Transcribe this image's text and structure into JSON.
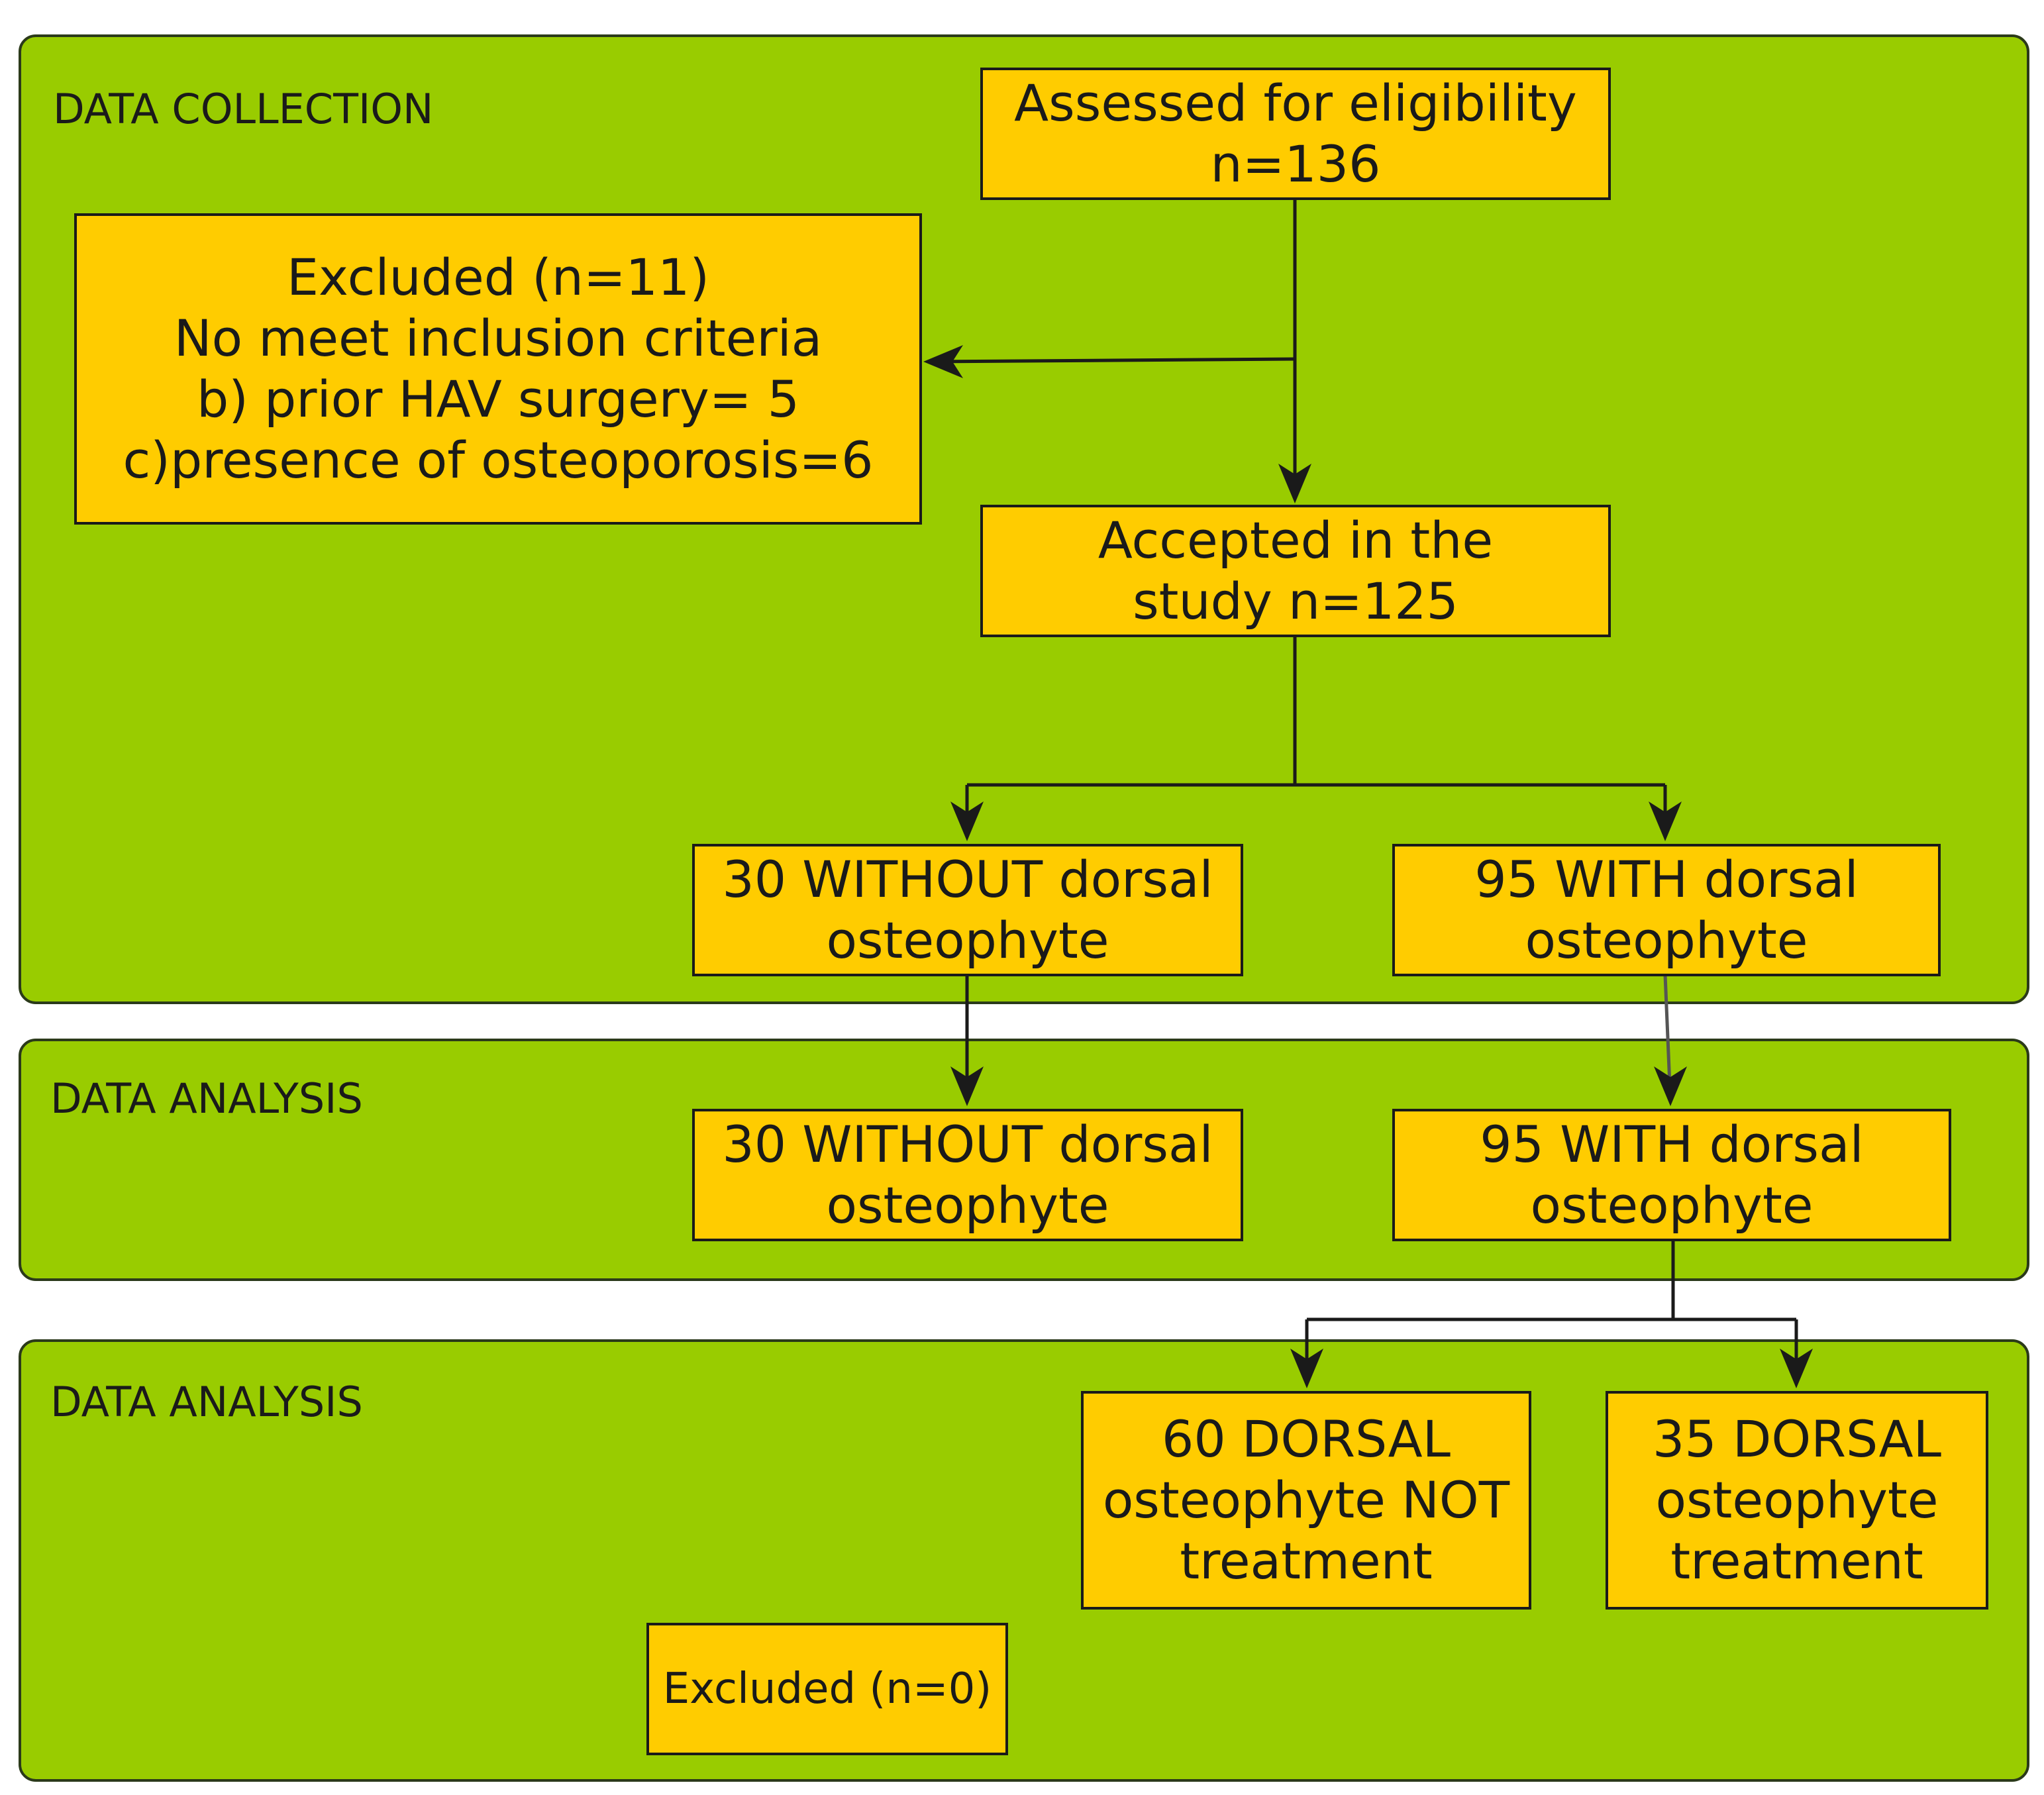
{
  "panels": {
    "collection": {
      "label": "DATA COLLECTION"
    },
    "analysis_1": {
      "label": "DATA ANALYSIS"
    },
    "analysis_2": {
      "label": "DATA ANALYSIS"
    }
  },
  "boxes": {
    "assessed": {
      "lines": [
        "Assessed for eligibility",
        "n=136"
      ]
    },
    "excluded": {
      "lines": [
        "Excluded (n=11)",
        "No meet inclusion criteria",
        "b) prior HAV surgery= 5",
        "c)presence of osteoporosis=6"
      ]
    },
    "accepted": {
      "lines": [
        "Accepted in the",
        "study n=125"
      ]
    },
    "without_1": {
      "lines": [
        "30 WITHOUT dorsal",
        "osteophyte"
      ]
    },
    "with_1": {
      "lines": [
        "95 WITH dorsal",
        "osteophyte"
      ]
    },
    "without_2": {
      "lines": [
        "30 WITHOUT dorsal",
        "osteophyte"
      ]
    },
    "with_2": {
      "lines": [
        "95 WITH dorsal",
        "osteophyte"
      ]
    },
    "not_treated": {
      "lines": [
        "60 DORSAL",
        "osteophyte NOT",
        "treatment"
      ]
    },
    "treated": {
      "lines": [
        "35 DORSAL",
        "osteophyte",
        "treatment"
      ]
    },
    "excluded_final": {
      "lines": [
        "Excluded (n=0)"
      ]
    }
  },
  "colors": {
    "panel_fill": "#99cc00",
    "box_fill": "#ffcc00",
    "stroke": "#1a1a1a"
  }
}
